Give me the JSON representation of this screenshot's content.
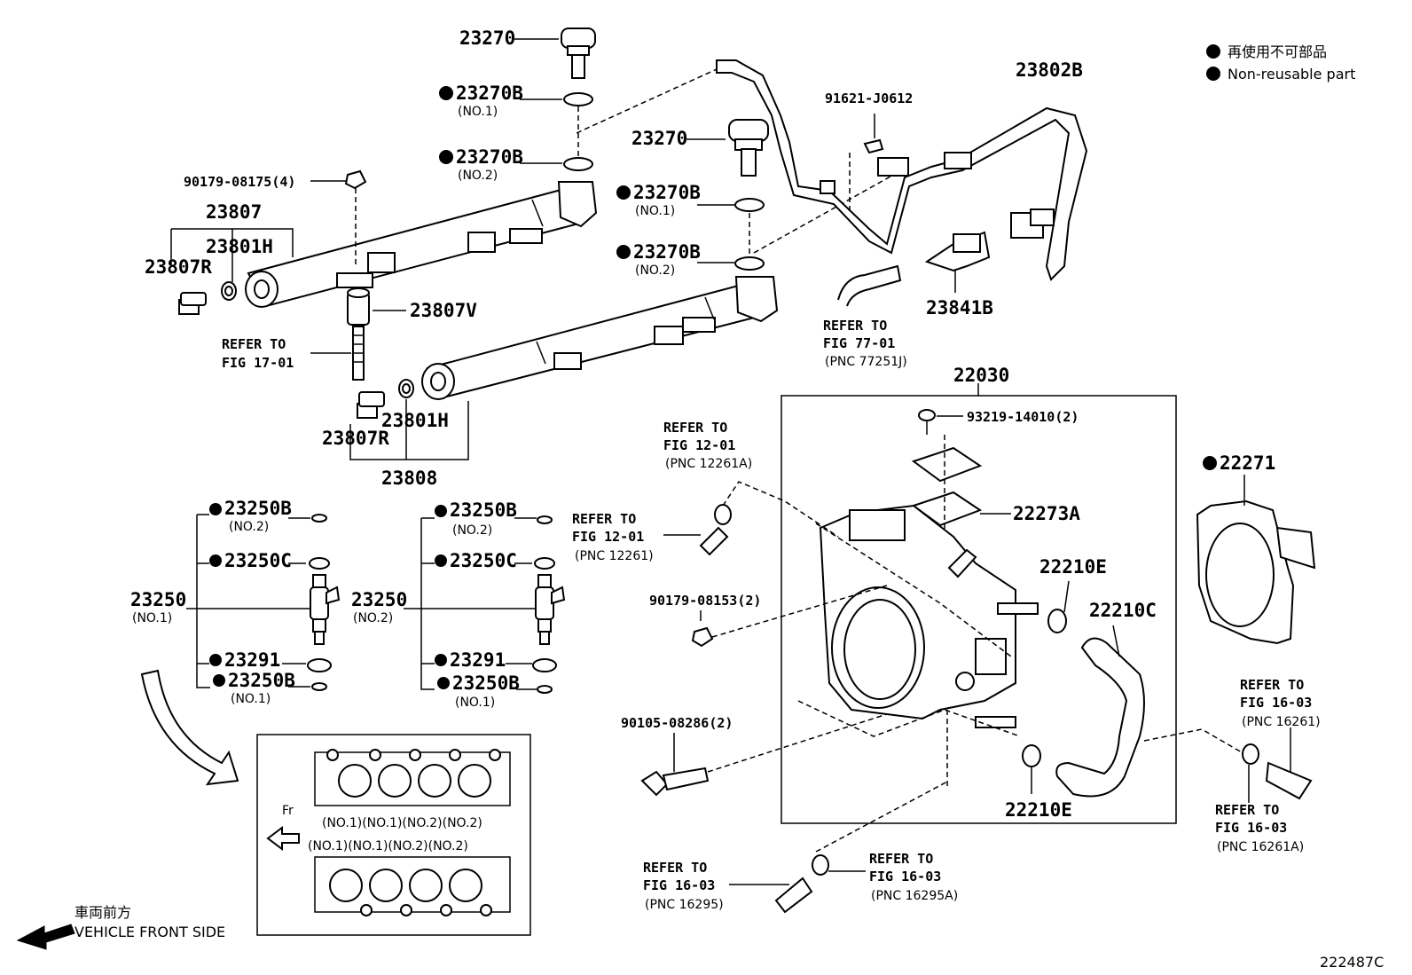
{
  "legend": {
    "line1": "再使用不可部品",
    "line2": "Non-reusable part"
  },
  "parts": {
    "p23270_top": "23270",
    "p23270b_no1_top": "23270B",
    "p23270b_no1_top_sub": "(NO.1)",
    "p23270b_no2_top": "23270B",
    "p23270b_no2_top_sub": "(NO.2)",
    "p90179_08175": "90179-08175(4)",
    "p23807": "23807",
    "p23801h_top": "23801H",
    "p23807r_top": "23807R",
    "p23807v": "23807V",
    "p23270_mid": "23270",
    "p23270b_no1_mid": "23270B",
    "p23270b_no1_mid_sub": "(NO.1)",
    "p23270b_no2_mid": "23270B",
    "p23270b_no2_mid_sub": "(NO.2)",
    "p23801h_bot": "23801H",
    "p23807r_bot": "23807R",
    "p23808": "23808",
    "p91621": "91621-J0612",
    "p23802b": "23802B",
    "p23841b": "23841B",
    "p22030": "22030",
    "p93219": "93219-14010(2)",
    "p22273a": "22273A",
    "p22271": "22271",
    "p22210e_top": "22210E",
    "p22210c": "22210C",
    "p22210e_bot": "22210E",
    "p90179_08153": "90179-08153(2)",
    "p90105_08286": "90105-08286(2)",
    "p23250b_l_no2": "23250B",
    "p23250b_l_no2_sub": "(NO.2)",
    "p23250c_l": "23250C",
    "p23250_l": "23250",
    "p23250_l_sub": "(NO.1)",
    "p23291_l": "23291",
    "p23250b_l_no1": "23250B",
    "p23250b_l_no1_sub": "(NO.1)",
    "p23250b_r_no2": "23250B",
    "p23250b_r_no2_sub": "(NO.2)",
    "p23250c_r": "23250C",
    "p23250_r": "23250",
    "p23250_r_sub": "(NO.2)",
    "p23291_r": "23291",
    "p23250b_r_no1": "23250B",
    "p23250b_r_no1_sub": "(NO.1)"
  },
  "refs": {
    "r17_01_a": "REFER TO",
    "r17_01_b": "FIG 17-01",
    "r77_01_a": "REFER TO",
    "r77_01_b": "FIG 77-01",
    "r77_01_c": "(PNC 77251J)",
    "r12_01a_a": "REFER TO",
    "r12_01a_b": "FIG 12-01",
    "r12_01a_c": "(PNC 12261A)",
    "r12_01_a": "REFER TO",
    "r12_01_b": "FIG 12-01",
    "r12_01_c": "(PNC 12261)",
    "r16_03_261_a": "REFER TO",
    "r16_03_261_b": "FIG 16-03",
    "r16_03_261_c": "(PNC 16261)",
    "r16_03_261a_a": "REFER TO",
    "r16_03_261a_b": "FIG 16-03",
    "r16_03_261a_c": "(PNC 16261A)",
    "r16_03_295_a": "REFER TO",
    "r16_03_295_b": "FIG 16-03",
    "r16_03_295_c": "(PNC 16295)",
    "r16_03_295a_a": "REFER TO",
    "r16_03_295a_b": "FIG 16-03",
    "r16_03_295a_c": "(PNC 16295A)"
  },
  "engine_box": {
    "fr": "Fr",
    "top_row": "(NO.1)(NO.1)(NO.2)(NO.2)",
    "bottom_row": "(NO.1)(NO.1)(NO.2)(NO.2)"
  },
  "footer": {
    "front_jp": "車両前方",
    "front_en": "VEHICLE FRONT SIDE",
    "figure_id": "222487C"
  }
}
